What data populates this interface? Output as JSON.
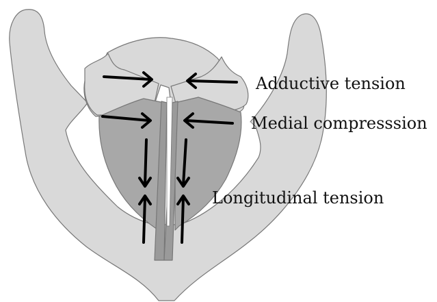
{
  "colors": {
    "background": "#ffffff",
    "cartilage": "#d9d9d9",
    "muscle": "#a8a8a8",
    "fold": "#9a9a9a",
    "outline": "#777777",
    "arrow": "#000000"
  },
  "labels": {
    "adductive": "Adductive tension",
    "medial": "Medial compresssion",
    "longitudinal": "Longitudinal tension"
  }
}
